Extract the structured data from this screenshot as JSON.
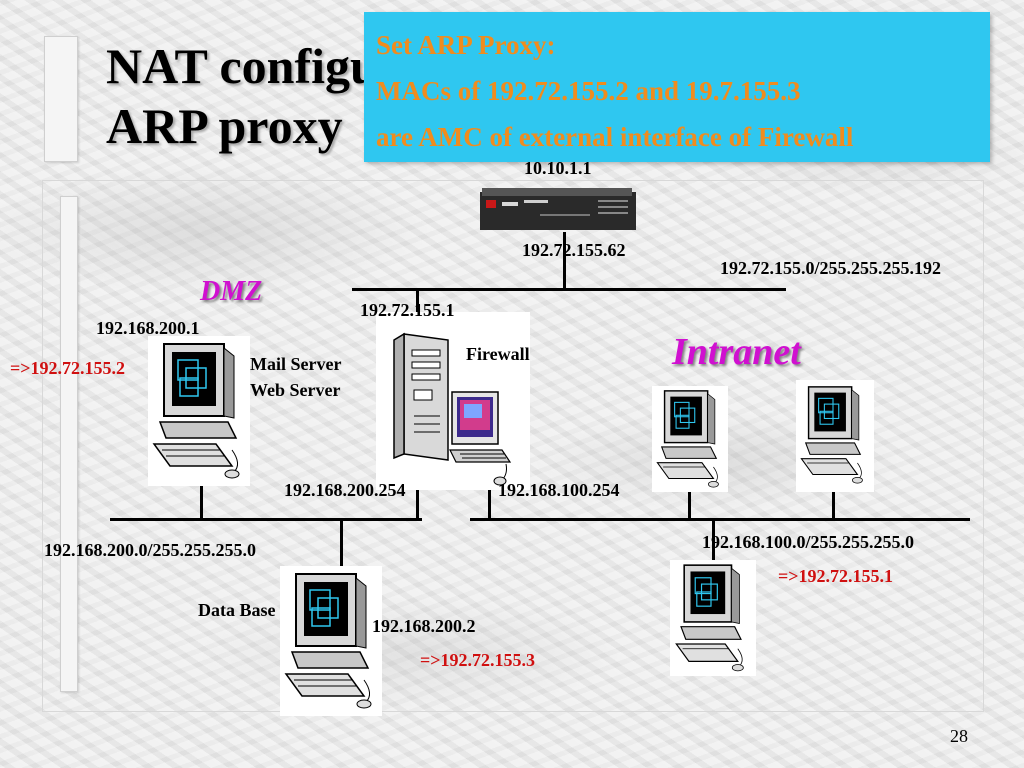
{
  "title": {
    "line1": "NAT configuration",
    "line2": "ARP proxy"
  },
  "callout": {
    "line1": "Set ARP Proxy:",
    "line2": "MACs of 192.72.155.2 and 19.7.155.3",
    "line3": "are AMC of external interface of Firewall"
  },
  "router": {
    "ip_top": "10.10.1.1",
    "ip_bottom": "192.72.155.62"
  },
  "external_net": {
    "mask": "192.72.155.0/255.255.255.192"
  },
  "firewall": {
    "label": "Firewall",
    "ip_external": "192.72.155.1",
    "ip_dmz": "192.168.200.254",
    "ip_intranet": "192.168.100.254"
  },
  "dmz": {
    "label": "DMZ",
    "net": "192.168.200.0/255.255.255.0",
    "mail_server": {
      "ip": "192.168.200.1",
      "nat": "=>192.72.155.2",
      "label1": "Mail Server",
      "label2": "Web Server"
    },
    "database": {
      "label": "Data Base",
      "ip": "192.168.200.2",
      "nat": "=>192.72.155.3"
    }
  },
  "intranet": {
    "label": "Intranet",
    "net": "192.168.100.0/255.255.255.0",
    "nat": "=>192.72.155.1"
  },
  "page_number": "28"
}
